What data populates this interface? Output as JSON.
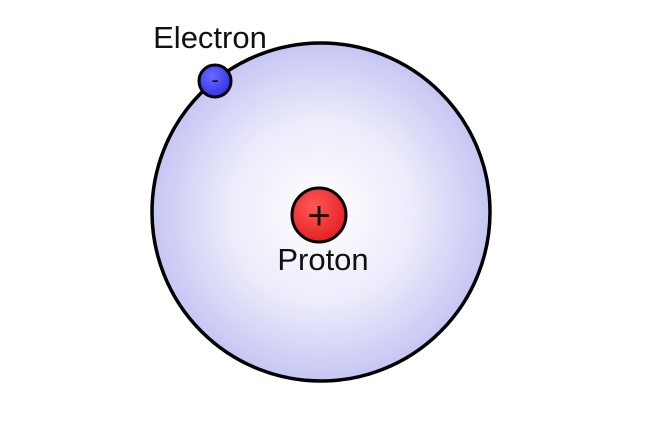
{
  "labels": {
    "electron": "Electron",
    "proton": "Proton"
  },
  "signs": {
    "electron": "-",
    "proton": "+"
  },
  "icons": {
    "orbit": "orbit-circle",
    "electron": "electron-particle",
    "proton": "proton-particle"
  },
  "colors": {
    "orbit_fill_center": "#ffffff",
    "orbit_fill_edge": "#c8c8f6",
    "orbit_stroke": "#000000",
    "electron_fill": "#3b3bf2",
    "proton_fill": "#ef2b2b"
  }
}
